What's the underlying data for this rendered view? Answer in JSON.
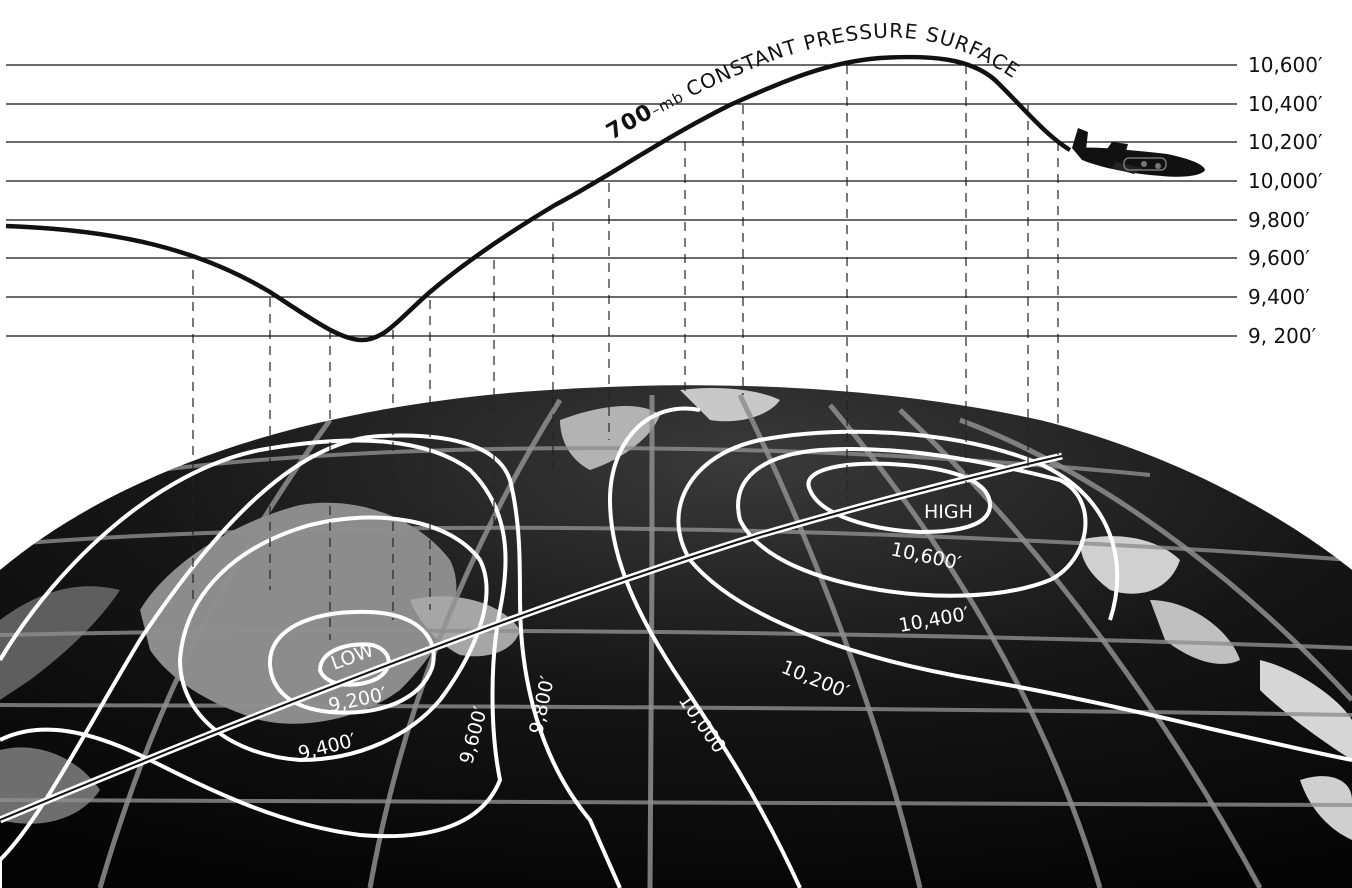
{
  "altitude_scale": {
    "labels": [
      "10,600′",
      "10,400′",
      "10,200′",
      "10,000′",
      "9,800′",
      "9,600′",
      "9,400′",
      "9, 200′"
    ]
  },
  "surface_curve": {
    "label_prefix": "700",
    "label_unit": "–mb",
    "label_text": "CONSTANT PRESSURE SURFACE"
  },
  "map_labels": {
    "low": "LOW",
    "high": "HIGH",
    "c9200": "9,200′",
    "c9400": "9,400′",
    "c9600": "9,600′",
    "c9800": "9,800′",
    "c10000": "10,000",
    "c10200": "10,200′",
    "c10400": "10,400′",
    "c10600": "10,600′"
  },
  "colors": {
    "globe_dark": "#0b0b0b",
    "land": "#9a9a9a",
    "contour": "#ffffff",
    "ink": "#111111"
  },
  "icons": [
    "aircraft-icon"
  ]
}
